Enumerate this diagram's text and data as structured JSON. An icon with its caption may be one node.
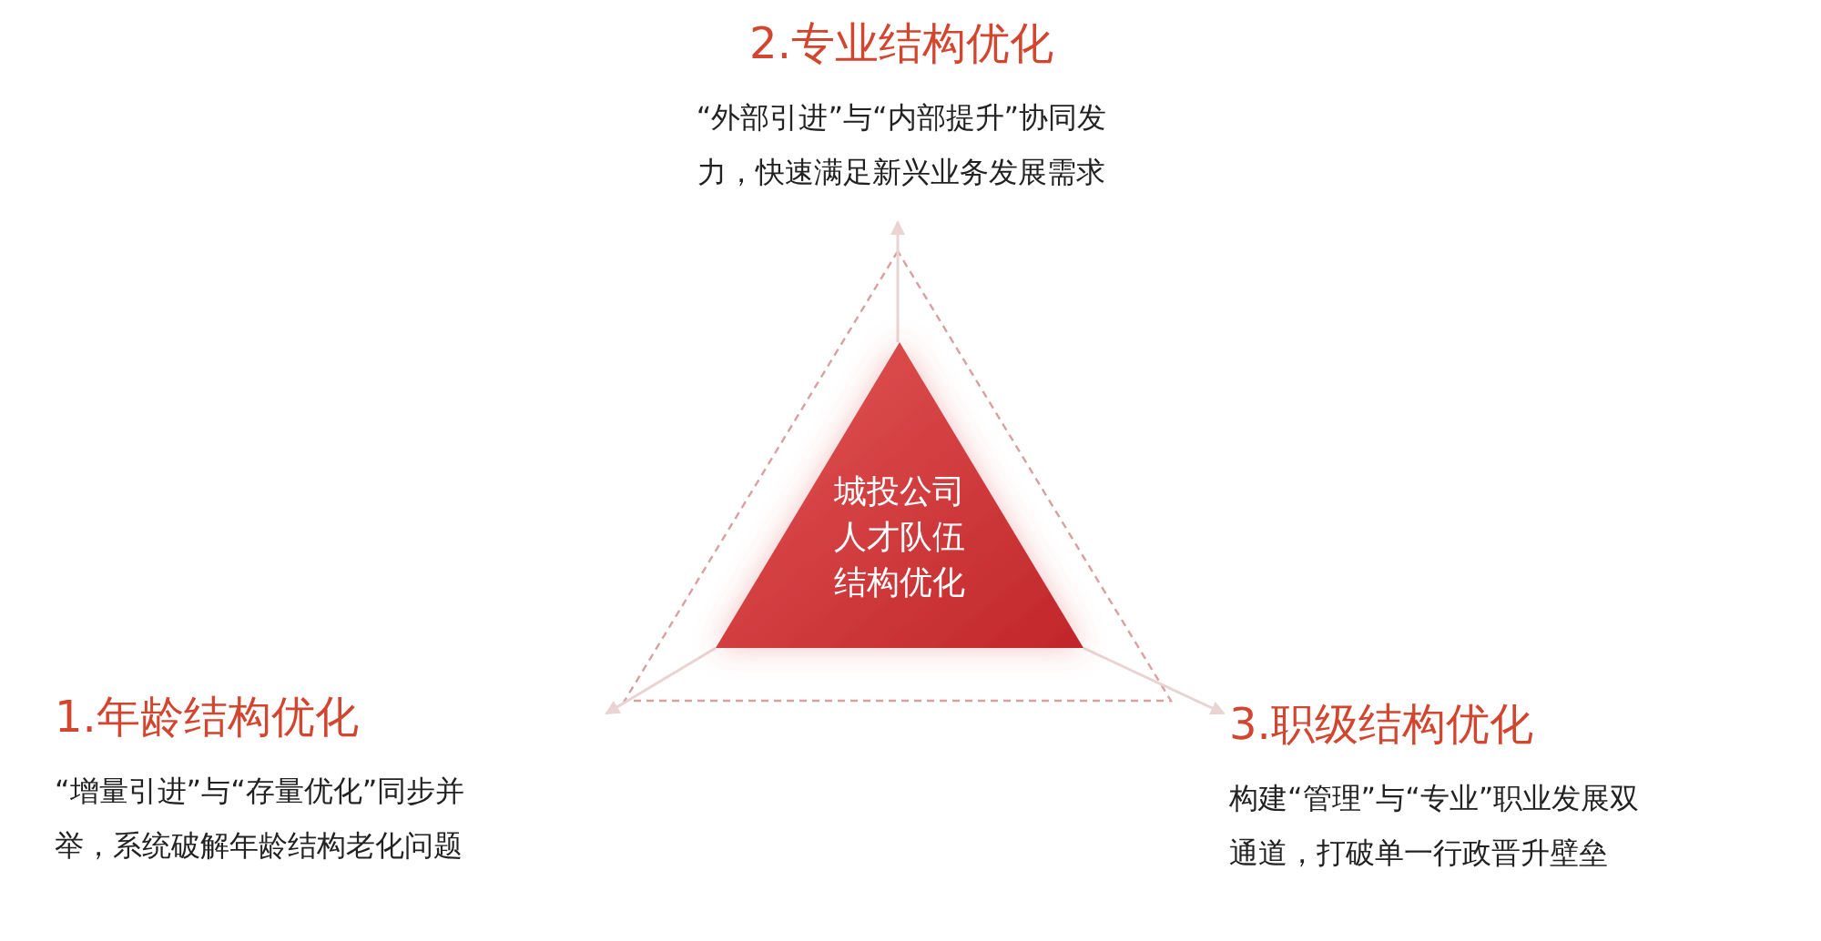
{
  "diagram": {
    "nodes": [
      {
        "text": [
          "城投公司人才队伍结构优化"
        ]
      },
      {
        "text": [
          "2.专业结构优化",
          "“外部引进”与“内部提升”协同发力，快速满足新兴业务发展需求"
        ]
      },
      {
        "text": [
          "1.年龄结构优化",
          "“增量引进”与“存量优化”同步并举，系统破解年龄结构老化问题"
        ]
      },
      {
        "text": [
          "3.职级结构优化",
          "构建“管理”与“专业”职业发展双通道，打破单一行政晋升壁垒"
        ]
      }
    ],
    "edges": [
      {
        "from": 0,
        "to": 1,
        "arrow": "to",
        "color": "#ead3d3"
      },
      {
        "from": 0,
        "to": 2,
        "arrow": "to",
        "color": "#ead3d3"
      },
      {
        "from": 0,
        "to": 3,
        "arrow": "to",
        "color": "#ead3d3"
      }
    ]
  }
}
